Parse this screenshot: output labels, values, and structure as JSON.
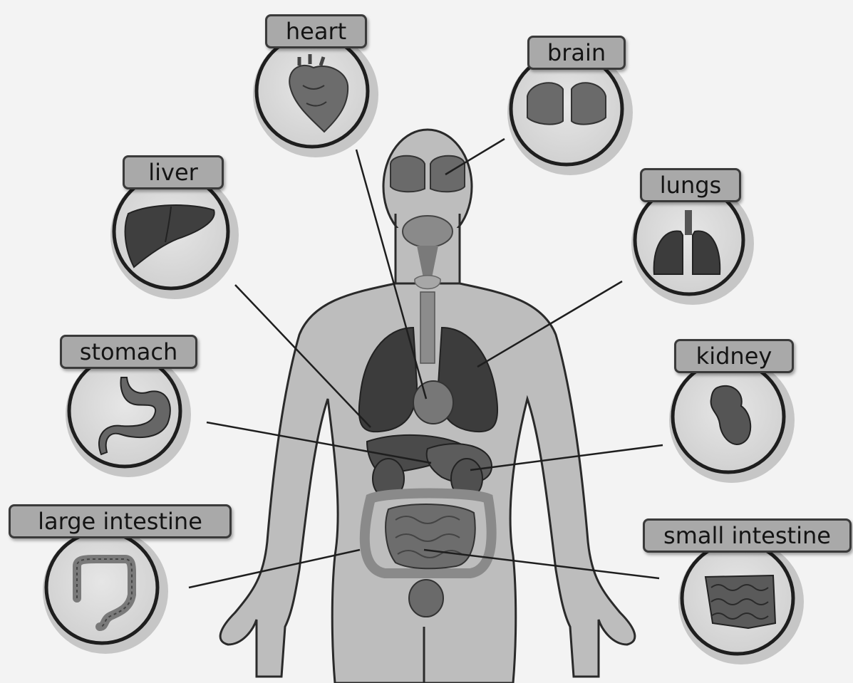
{
  "labels": {
    "heart": "heart",
    "brain": "brain",
    "liver": "liver",
    "lungs": "lungs",
    "stomach": "stomach",
    "kidney": "kidney",
    "large_intestine": "large intestine",
    "small_intestine": "small intestine"
  }
}
